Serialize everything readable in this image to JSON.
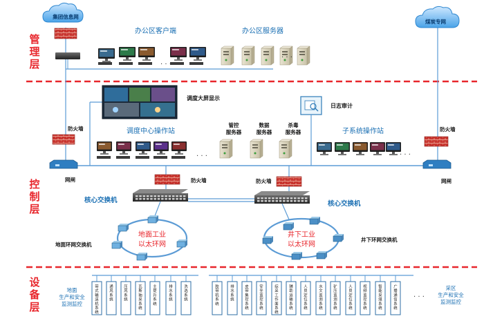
{
  "layers": {
    "management": "管理层",
    "control": "控制层",
    "device": "设备层"
  },
  "clouds": {
    "group_net": "集团信息网",
    "coal_net": "煤炭专网"
  },
  "labels": {
    "office_clients": "办公区客户端",
    "office_servers": "办公区服务器",
    "big_screen": "调度大屏显示",
    "log_audit": "日志审计",
    "dispatch_station": "调度中心操作站",
    "subsystem_station": "子系统操作站",
    "mgmt_server": "管控服务器",
    "data_server": "数据服务器",
    "antivirus_server": "杀毒服务器",
    "firewall": "防火墙",
    "gateway": "网闸",
    "core_switch": "核心交换机",
    "surface_ring": "地面工业以太环网",
    "underground_ring": "井下工业以太环网",
    "surface_switch": "地面环网交换机",
    "underground_switch": "井下环网交换机",
    "surface_monitor": "地面生产和安全监测监控",
    "mining_monitor": "采区生产和安全监测监控",
    "ellipsis": "……"
  },
  "surface_systems": [
    "带式输送机系统",
    "通风系统",
    "压风系统",
    "瓦斯抽采系统",
    "主提升系统",
    "排水系统",
    "洗选系统"
  ],
  "underground_systems": [
    "胶带机系统",
    "排水系统",
    "皮带集控系统",
    "安全监控系统",
    "综采工作面系统",
    "辅助运输系统",
    "人员定位系统",
    "水文监测系统",
    "矿压监测系统",
    "人员定位系统",
    "视频监控系统",
    "智能采煤系统",
    "广播通信系统"
  ],
  "colors": {
    "dashed_divider": "#e8262c",
    "layer_text": "#e8262c",
    "label_blue": "#1a6fb3",
    "ring_text": "#e8262c",
    "net_line": "#5b9bd5",
    "firewall": "#d0383a"
  }
}
